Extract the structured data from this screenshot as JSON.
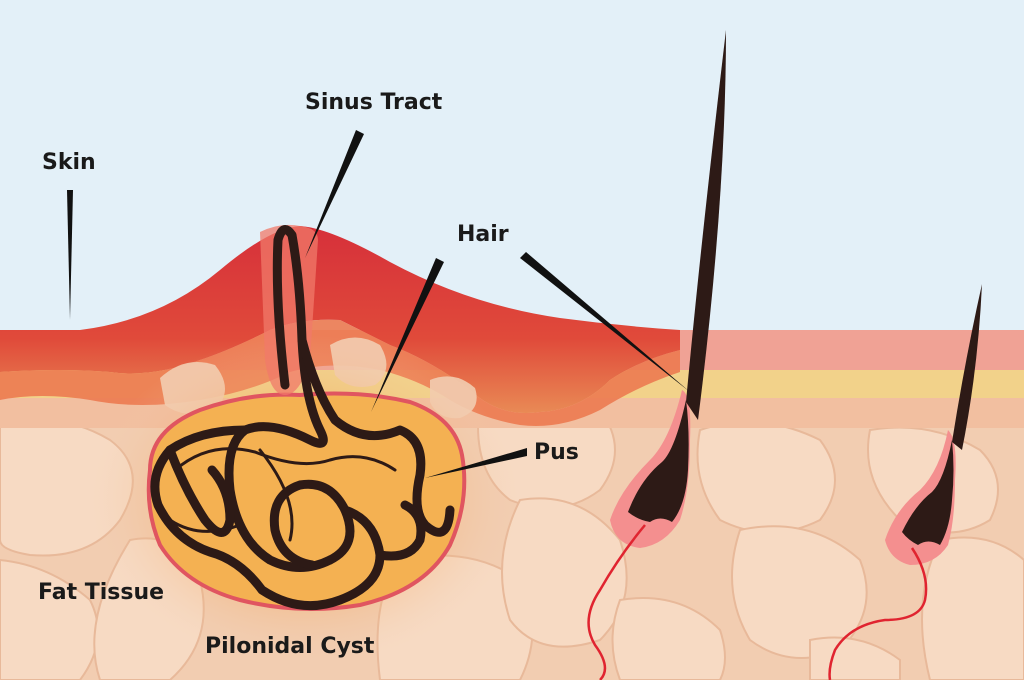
{
  "labels": {
    "skin": "Skin",
    "sinus_tract": "Sinus Tract",
    "hair": "Hair",
    "pus": "Pus",
    "fat_tissue": "Fat Tissue",
    "pilonidal_cyst": "Pilonidal Cyst"
  },
  "colors": {
    "background": "#e3f0f8",
    "skin_outer": "#d9353b",
    "skin_pink": "#f0a295",
    "skin_yellow": "#f2d28a",
    "fat": "#f2cdb1",
    "fat_shade": "#e8b99a",
    "cyst": "#f4b152",
    "hair": "#2d1a16",
    "vessel": "#e02430",
    "pointer": "#111111"
  }
}
